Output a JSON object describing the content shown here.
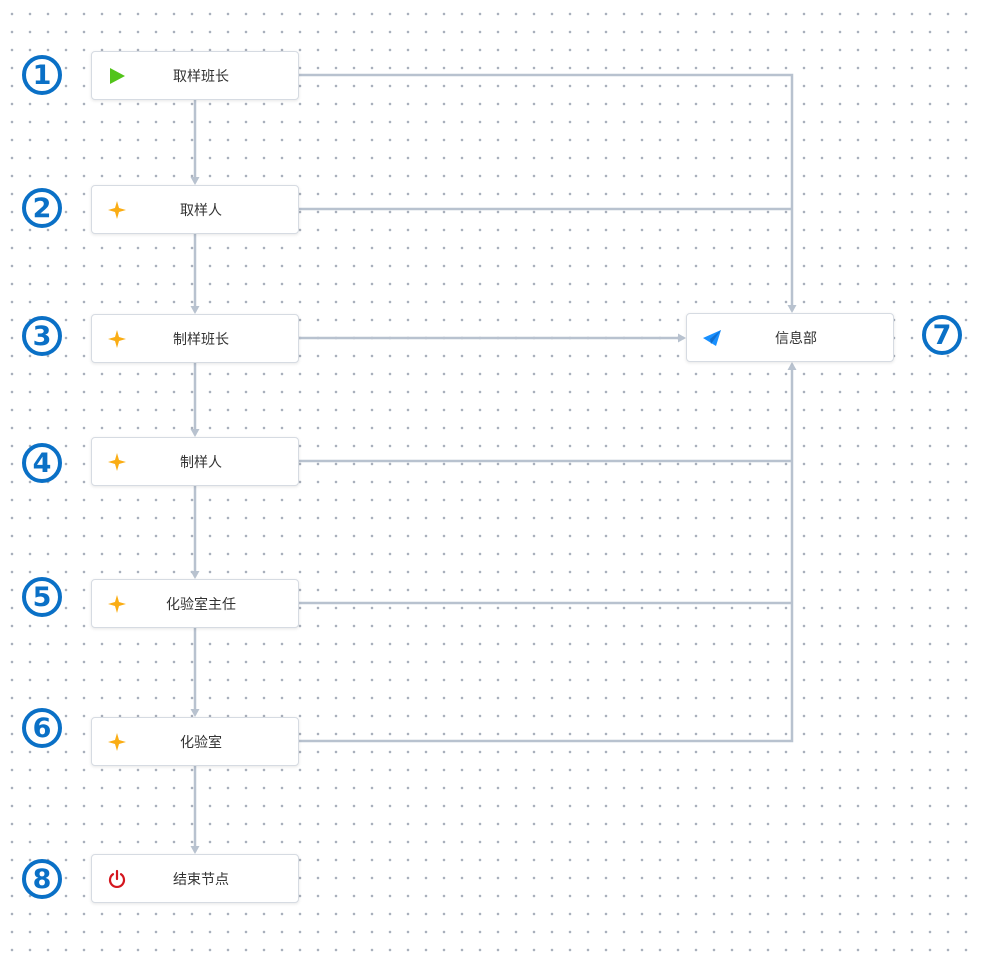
{
  "diagram": {
    "nodes": [
      {
        "id": "n1",
        "label": "取样班长",
        "icon": "play-icon",
        "badge": "1"
      },
      {
        "id": "n2",
        "label": "取样人",
        "icon": "sparkle-icon",
        "badge": "2"
      },
      {
        "id": "n3",
        "label": "制样班长",
        "icon": "sparkle-icon",
        "badge": "3"
      },
      {
        "id": "n4",
        "label": "制样人",
        "icon": "sparkle-icon",
        "badge": "4"
      },
      {
        "id": "n5",
        "label": "化验室主任",
        "icon": "sparkle-icon",
        "badge": "5"
      },
      {
        "id": "n6",
        "label": "化验室",
        "icon": "sparkle-icon",
        "badge": "6"
      },
      {
        "id": "n7",
        "label": "信息部",
        "icon": "paper-plane-icon",
        "badge": "7"
      },
      {
        "id": "n8",
        "label": "结束节点",
        "icon": "power-icon",
        "badge": "8"
      }
    ],
    "edges": [
      {
        "from": "n1",
        "to": "n2"
      },
      {
        "from": "n2",
        "to": "n3"
      },
      {
        "from": "n3",
        "to": "n4"
      },
      {
        "from": "n4",
        "to": "n5"
      },
      {
        "from": "n5",
        "to": "n6"
      },
      {
        "from": "n6",
        "to": "n8"
      },
      {
        "from": "n1",
        "to": "n7"
      },
      {
        "from": "n2",
        "to": "n7"
      },
      {
        "from": "n3",
        "to": "n7"
      },
      {
        "from": "n4",
        "to": "n7"
      },
      {
        "from": "n5",
        "to": "n7"
      },
      {
        "from": "n6",
        "to": "n7"
      }
    ],
    "colors": {
      "edge": "#b8c2cf",
      "badge": "#0a70c6",
      "start_icon": "#52c41a",
      "task_icon": "#faad14",
      "send_icon": "#1890ff",
      "end_icon": "#d4161e"
    }
  }
}
